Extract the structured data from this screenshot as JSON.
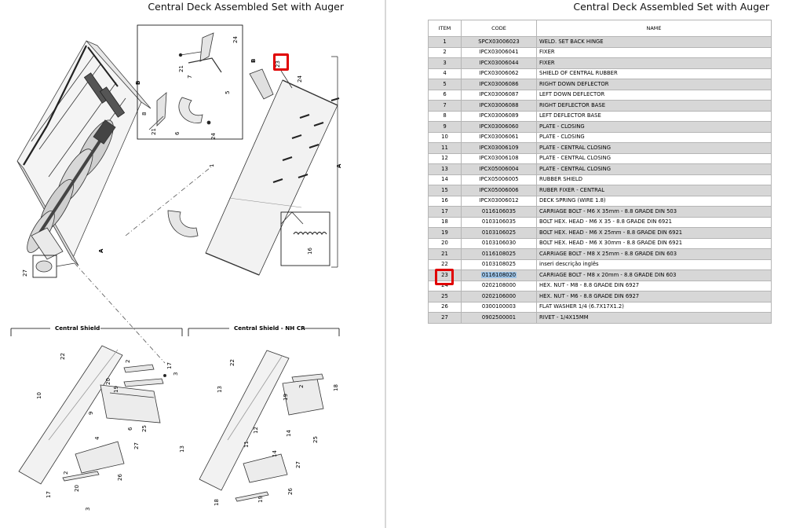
{
  "left_page": {
    "title": "Central Deck Assembled Set with Auger",
    "callouts": {
      "n1": "1",
      "n2": "2",
      "n3": "3",
      "n4": "4",
      "n5": "5",
      "n6": "6",
      "n7": "7",
      "n8": "8",
      "n9": "9",
      "n10": "10",
      "n11": "11",
      "n12": "12",
      "n13": "13",
      "n14": "14",
      "n16": "16",
      "n17": "17",
      "n18": "18",
      "n19": "19",
      "n20": "20",
      "n21": "21",
      "n22": "22",
      "n23": "23",
      "n24": "24",
      "n25": "25",
      "n26": "26",
      "n27": "27",
      "view_a": "A",
      "view_b": "B"
    },
    "section_central_shield": "Central Shield",
    "section_central_shield_nh": "Central Shield - NH CR"
  },
  "right_page": {
    "title": "Central Deck Assembled Set with Auger",
    "table": {
      "headers": {
        "item": "ITEM",
        "code": "CODE",
        "name": "NAME"
      },
      "highlighted_item": "23",
      "rows": [
        {
          "item": "1",
          "code": "SPCX03006023",
          "name": "WELD. SET BACK HINGE"
        },
        {
          "item": "2",
          "code": "IPCX03006041",
          "name": "FIXER"
        },
        {
          "item": "3",
          "code": "IPCX03006044",
          "name": "FIXER"
        },
        {
          "item": "4",
          "code": "IPCX03006062",
          "name": "SHIELD OF CENTRAL RUBBER"
        },
        {
          "item": "5",
          "code": "IPCX03006086",
          "name": "RIGHT DOWN DEFLECTOR"
        },
        {
          "item": "6",
          "code": "IPCX03006087",
          "name": "LEFT DOWN DEFLECTOR"
        },
        {
          "item": "7",
          "code": "IPCX03006088",
          "name": "RIGHT DEFLECTOR BASE"
        },
        {
          "item": "8",
          "code": "IPCX03006089",
          "name": "LEFT DEFLECTOR BASE"
        },
        {
          "item": "9",
          "code": "IPCX03006060",
          "name": "PLATE - CLOSING"
        },
        {
          "item": "10",
          "code": "IPCX03006061",
          "name": "PLATE - CLOSING"
        },
        {
          "item": "11",
          "code": "IPCX03006109",
          "name": "PLATE - CENTRAL CLOSING"
        },
        {
          "item": "12",
          "code": "IPCX03006108",
          "name": "PLATE - CENTRAL CLOSING"
        },
        {
          "item": "13",
          "code": "IPCX05006004",
          "name": "PLATE - CENTRAL CLOSING"
        },
        {
          "item": "14",
          "code": "IPCX05006005",
          "name": "RUBBER SHIELD"
        },
        {
          "item": "15",
          "code": "IPCX05006006",
          "name": "RUBER FIXER - CENTRAL"
        },
        {
          "item": "16",
          "code": "IPCX03006012",
          "name": "DECK SPRING (WIRE 1.8)"
        },
        {
          "item": "17",
          "code": "0116106035",
          "name": "CARRIAGE BOLT - M6 X 35mm - 8.8 GRADE DIN 503"
        },
        {
          "item": "18",
          "code": "0103106035",
          "name": "BOLT HEX. HEAD - M6 X 35 - 8.8 GRADE DIN 6921"
        },
        {
          "item": "19",
          "code": "0103106025",
          "name": "BOLT HEX. HEAD - M6 X 25mm - 8.8 GRADE DIN 6921"
        },
        {
          "item": "20",
          "code": "0103106030",
          "name": "BOLT HEX. HEAD - M6 X 30mm - 8.8 GRADE DIN 6921"
        },
        {
          "item": "21",
          "code": "0116108025",
          "name": "CARRIAGE BOLT - M8 X 25mm - 8.8 GRADE DIN 603"
        },
        {
          "item": "22",
          "code": "0103108025",
          "name": "inseri descrição inglês"
        },
        {
          "item": "23",
          "code": "0116108020",
          "name": "CARRIAGE BOLT - M8 x 20mm - 8.8 GRADE DIN 603"
        },
        {
          "item": "24",
          "code": "0202108000",
          "name": "HEX. NUT - M8 - 8.8 GRADE DIN 6927"
        },
        {
          "item": "25",
          "code": "0202106000",
          "name": "HEX. NUT - M6 - 8.8 GRADE DIN 6927"
        },
        {
          "item": "26",
          "code": "0300100003",
          "name": "FLAT WASHER 1/4 (6.7X17X1.2)"
        },
        {
          "item": "27",
          "code": "0902500001",
          "name": "RIVET - 1/4X15MM"
        }
      ]
    }
  },
  "colors": {
    "highlight_box": "#e00000",
    "selected_text_bg": "#9dc3e6",
    "row_shade": "#d7d7d7"
  }
}
